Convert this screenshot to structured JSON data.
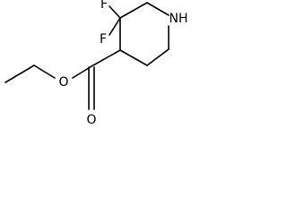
{
  "molecule": {
    "atoms": {
      "f1": "F",
      "f2": "F",
      "n": "NH",
      "o_ester": "O",
      "o_carbonyl": "O"
    }
  }
}
